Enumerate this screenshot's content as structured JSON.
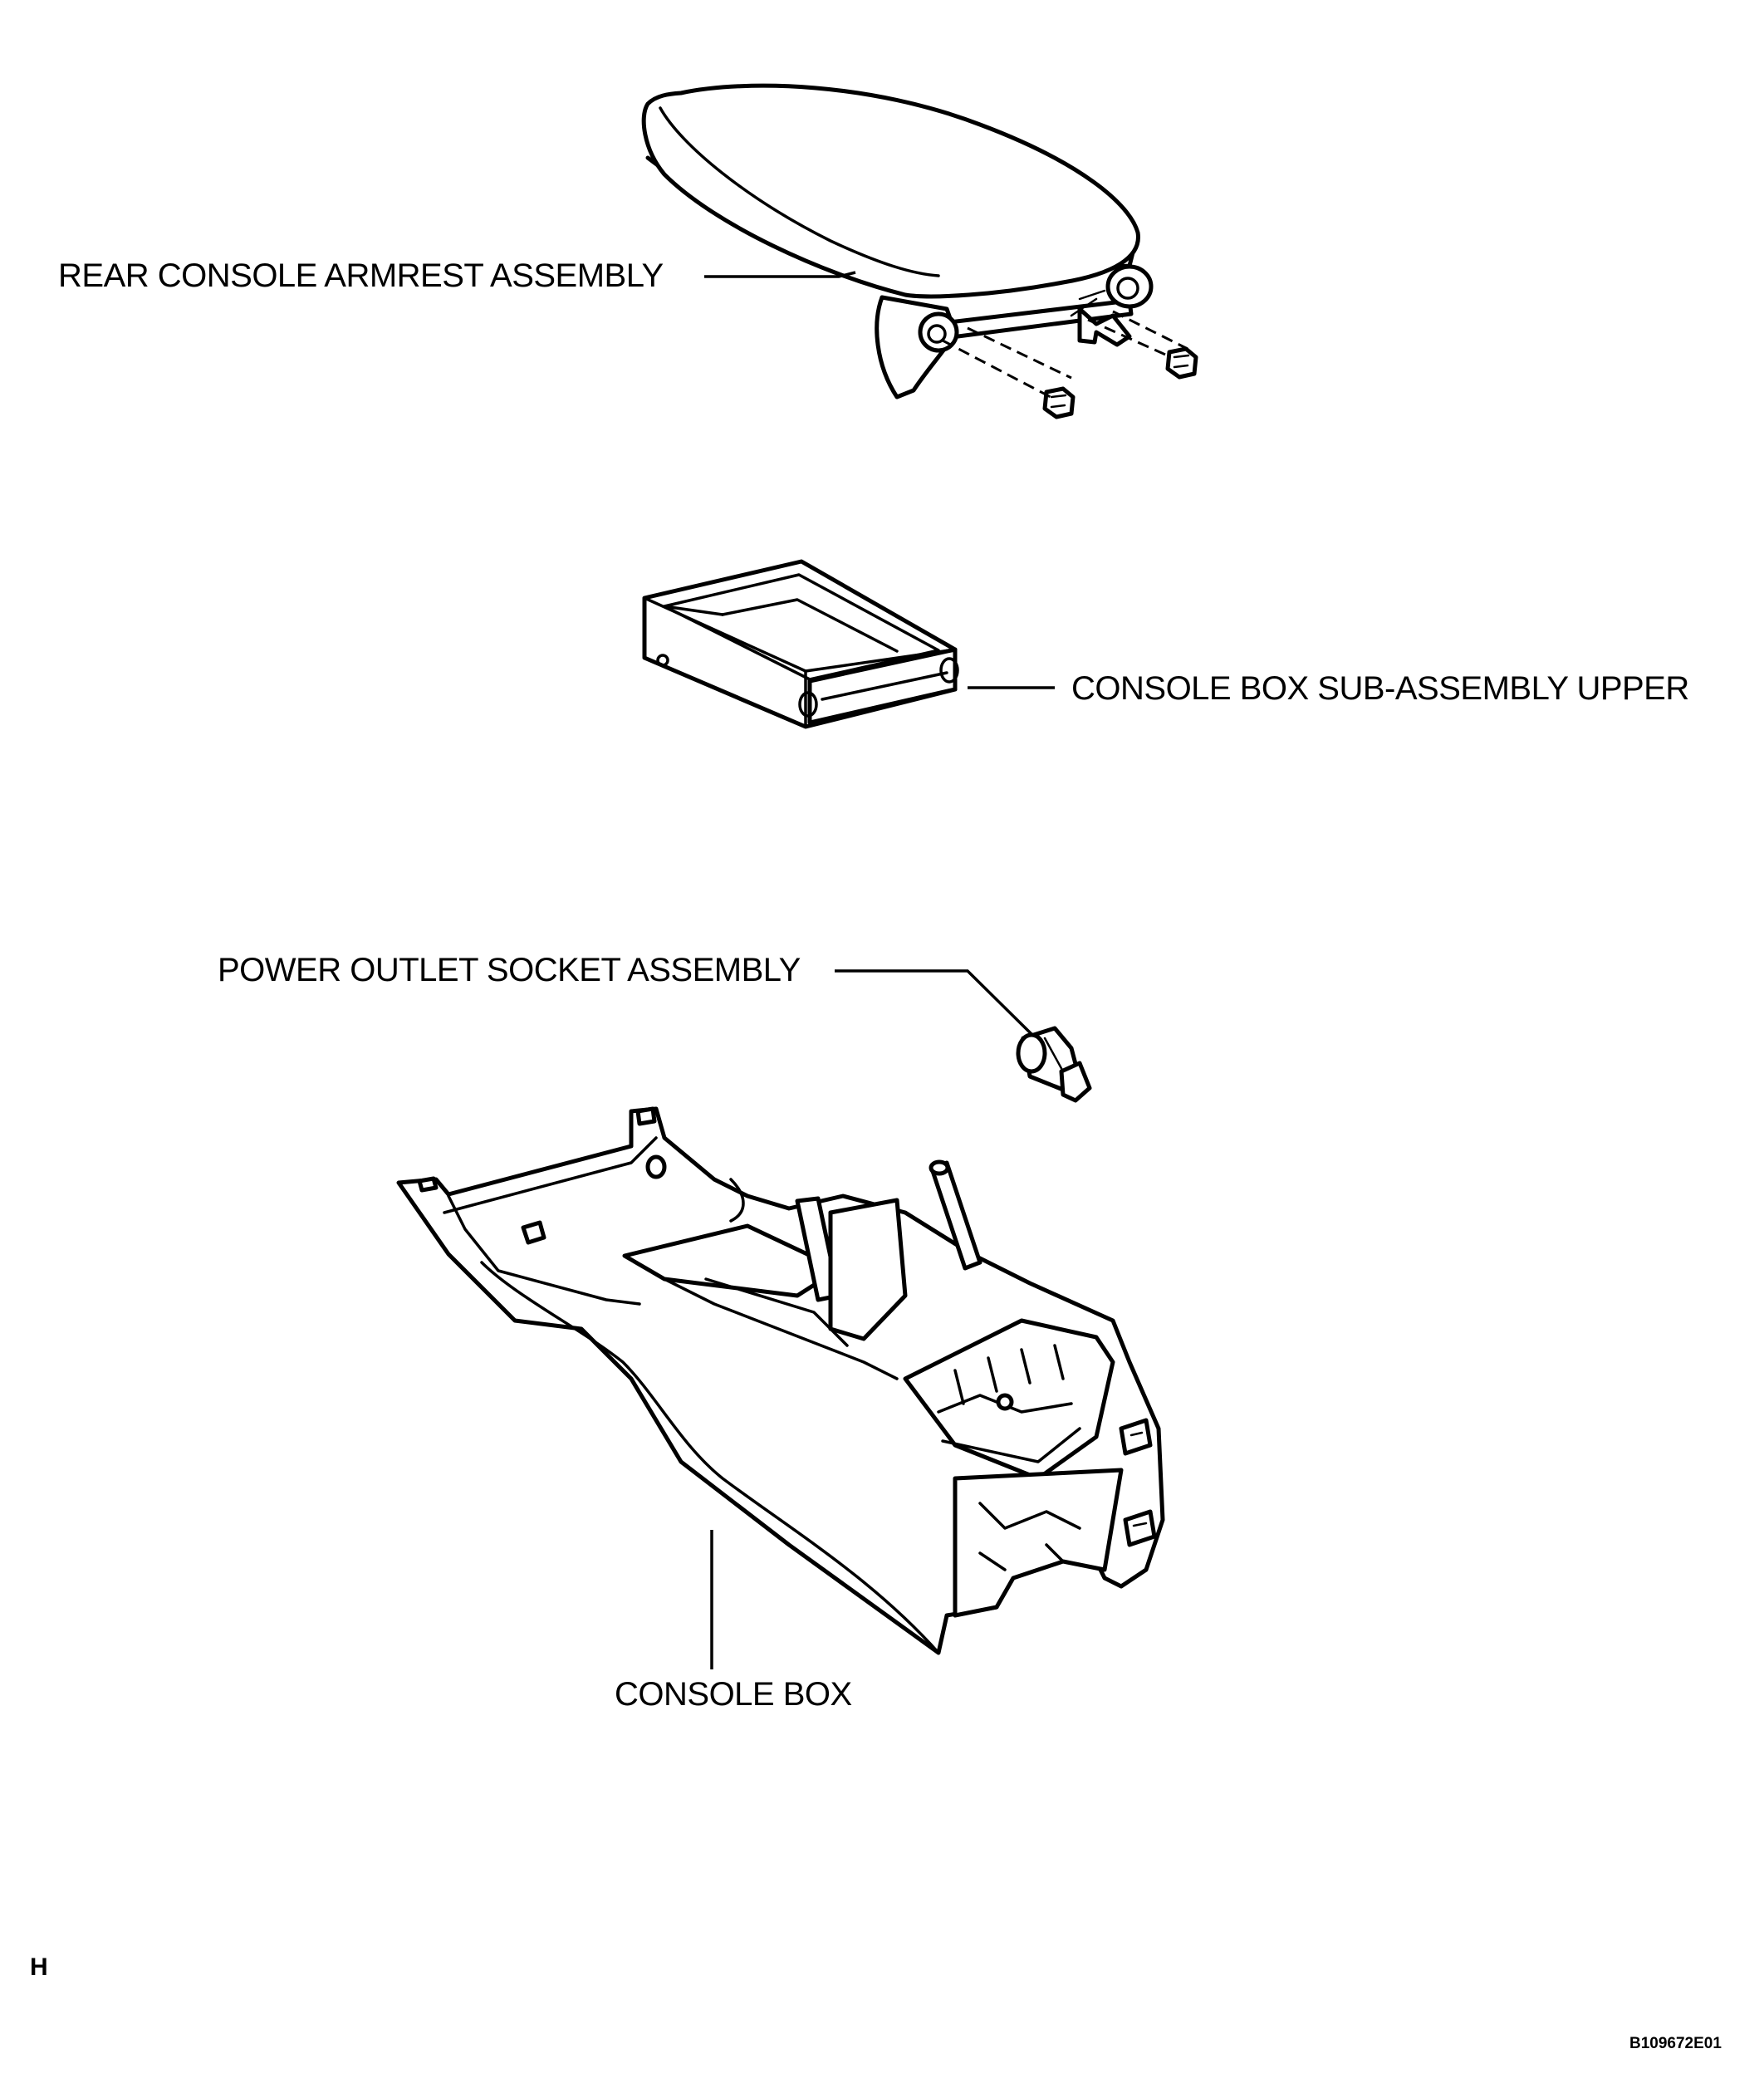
{
  "labels": {
    "armrest": "REAR CONSOLE ARMREST ASSEMBLY",
    "box_upper": "CONSOLE BOX SUB-ASSEMBLY UPPER",
    "power_outlet": "POWER OUTLET SOCKET ASSEMBLY",
    "console_box": "CONSOLE BOX"
  },
  "corner_letter": "H",
  "figure_code": "B109672E01"
}
